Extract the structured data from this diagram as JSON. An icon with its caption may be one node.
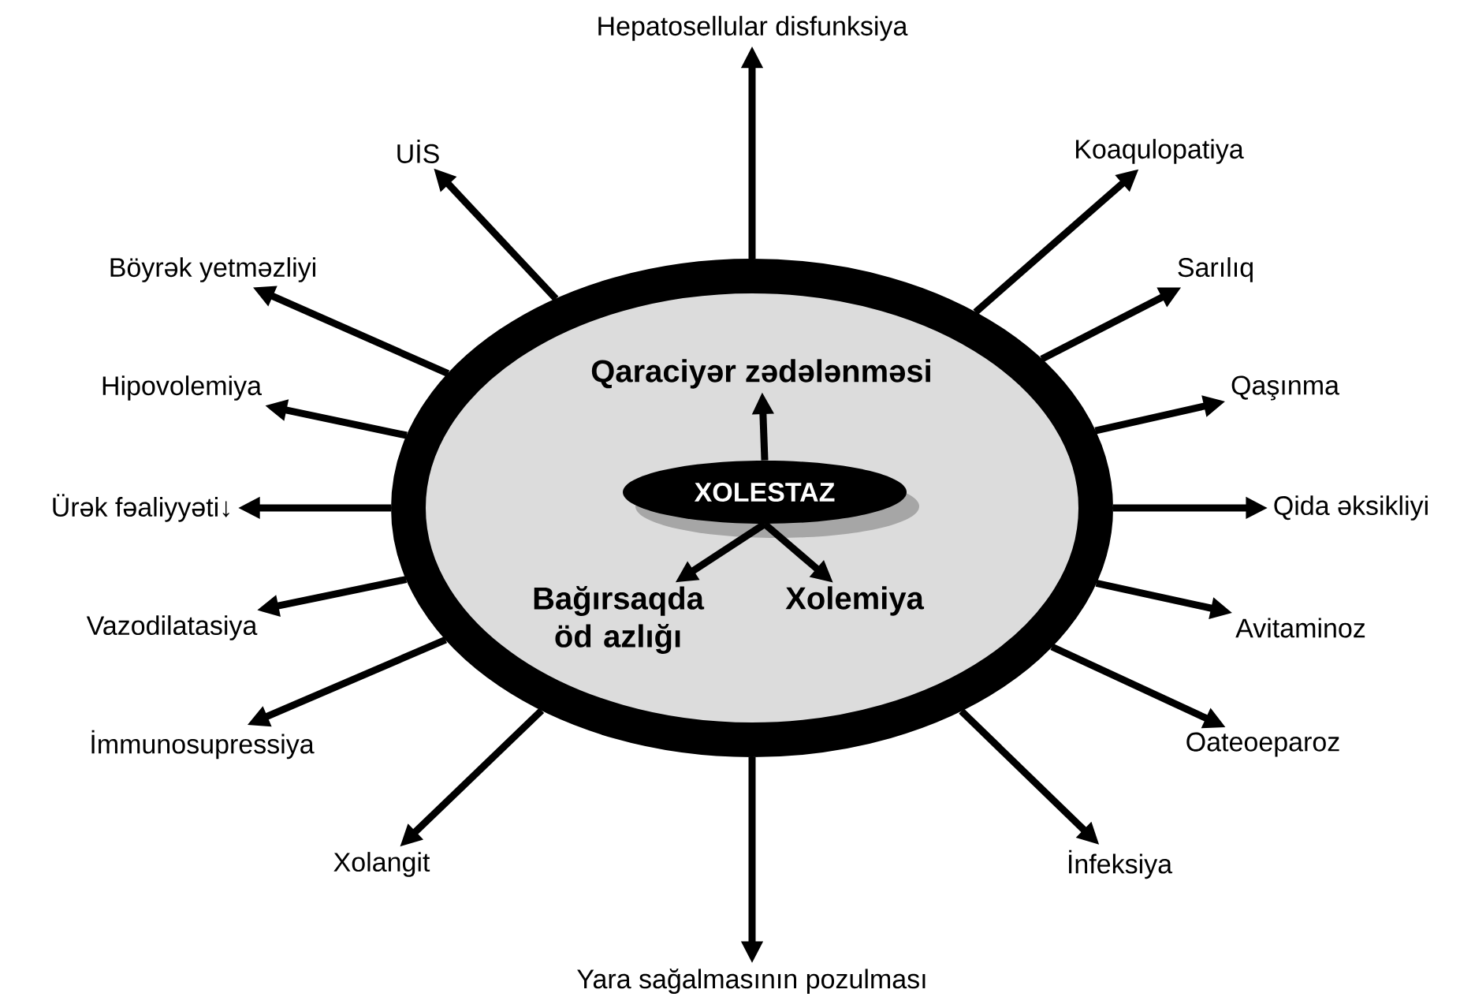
{
  "diagram": {
    "nodes": [
      {
        "text": [],
        "shape": "ellipse"
      },
      {
        "text": [
          "XOLESTAZ"
        ],
        "in": 0
      },
      {
        "text": [
          "Qaraciyər zədələnməsi"
        ],
        "in": 0
      },
      {
        "text": [
          "Bağırsaqda öd azlığı"
        ],
        "in": 0
      },
      {
        "text": [
          "Xolemiya"
        ],
        "in": 0
      },
      {
        "text": [
          "Hepatosellular disfunksiya"
        ]
      },
      {
        "text": [
          "UİS"
        ]
      },
      {
        "text": [
          "Koaqulopatiya"
        ]
      },
      {
        "text": [
          "Böyrək yetməzliyi"
        ]
      },
      {
        "text": [
          "Sarılıq"
        ]
      },
      {
        "text": [
          "Hipovolemiya"
        ]
      },
      {
        "text": [
          "Qaşınma"
        ]
      },
      {
        "text": [
          "Ürək fəaliyyəti↓"
        ]
      },
      {
        "text": [
          "Qida əksikliyi"
        ]
      },
      {
        "text": [
          "Vazodilatasiya"
        ]
      },
      {
        "text": [
          "Avitaminoz"
        ]
      },
      {
        "text": [
          "İmmunosupressiya"
        ]
      },
      {
        "text": [
          "Oateoeparoz"
        ]
      },
      {
        "text": [
          "Xolangit"
        ]
      },
      {
        "text": [
          "İnfeksiya"
        ]
      },
      {
        "text": [
          "Yara sağalmasının pozulması"
        ]
      }
    ],
    "edges": [
      {
        "from": 1,
        "to": 2,
        "arrow": "to"
      },
      {
        "from": 1,
        "to": 3,
        "arrow": "to"
      },
      {
        "from": 1,
        "to": 4,
        "arrow": "to"
      },
      {
        "from": 0,
        "to": 5,
        "arrow": "to"
      },
      {
        "from": 0,
        "to": 6,
        "arrow": "to"
      },
      {
        "from": 0,
        "to": 7,
        "arrow": "to"
      },
      {
        "from": 0,
        "to": 8,
        "arrow": "to"
      },
      {
        "from": 0,
        "to": 9,
        "arrow": "to"
      },
      {
        "from": 0,
        "to": 10,
        "arrow": "to"
      },
      {
        "from": 0,
        "to": 11,
        "arrow": "to"
      },
      {
        "from": 0,
        "to": 12,
        "arrow": "to"
      },
      {
        "from": 0,
        "to": 13,
        "arrow": "to"
      },
      {
        "from": 0,
        "to": 14,
        "arrow": "to"
      },
      {
        "from": 0,
        "to": 15,
        "arrow": "to"
      },
      {
        "from": 0,
        "to": 16,
        "arrow": "to"
      },
      {
        "from": 0,
        "to": 17,
        "arrow": "to"
      },
      {
        "from": 0,
        "to": 18,
        "arrow": "to"
      },
      {
        "from": 0,
        "to": 19,
        "arrow": "to"
      },
      {
        "from": 0,
        "to": 20,
        "arrow": "to"
      }
    ]
  }
}
